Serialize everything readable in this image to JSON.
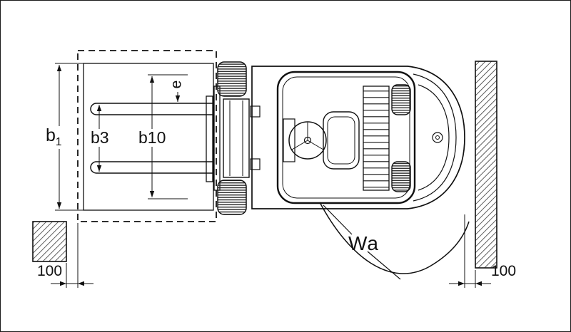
{
  "diagram": {
    "kind": "forklift-aisle-width-top-view-technical-drawing",
    "colors": {
      "background": "#ffffff",
      "line": "#111111",
      "hatch": "#4a4a4a"
    },
    "labels": {
      "b1_base": "b",
      "b1_sub": "1",
      "b3": "b3",
      "b10": "b10",
      "e": "e",
      "wa": "Wa",
      "clearance_left": "100",
      "clearance_right": "100"
    }
  }
}
